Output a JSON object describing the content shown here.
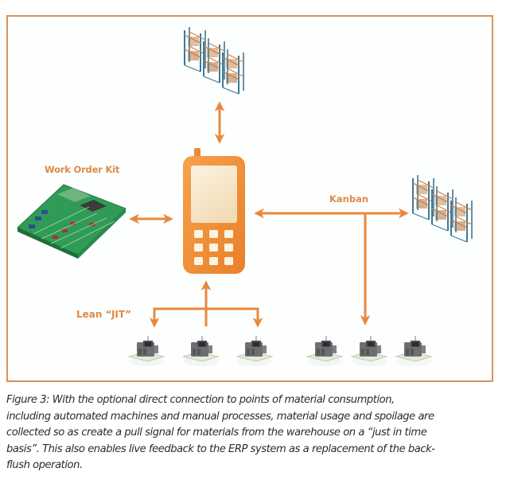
{
  "diagram": {
    "labels": {
      "work_order_kit": "Work Order Kit",
      "kanban": "Kanban",
      "lean_jit": "Lean “JIT”"
    },
    "nodes": [
      {
        "id": "warehouse-top",
        "icon": "warehouse-racks-icon"
      },
      {
        "id": "warehouse-right",
        "icon": "warehouse-racks-icon"
      },
      {
        "id": "mobile-device",
        "icon": "mobile-phone-icon"
      },
      {
        "id": "work-order-kit",
        "icon": "circuit-board-icon"
      },
      {
        "id": "jit-machine-1",
        "icon": "machine-icon"
      },
      {
        "id": "jit-machine-2",
        "icon": "machine-icon"
      },
      {
        "id": "jit-machine-3",
        "icon": "machine-icon"
      },
      {
        "id": "kanban-machine-1",
        "icon": "machine-icon"
      },
      {
        "id": "kanban-machine-2",
        "icon": "machine-icon"
      },
      {
        "id": "kanban-machine-3",
        "icon": "machine-icon"
      }
    ],
    "colors": {
      "accent": "#e8893e",
      "frame_border": "#d9915a",
      "rack_blue": "#3f7896",
      "rack_box": "#d8b48f",
      "board_green": "#2f9b57",
      "machine_gray": "#6d6e72"
    }
  },
  "caption": {
    "lines": [
      "Figure 3: With the optional direct connection to points of material consumption,",
      "including automated machines and manual processes, material usage and spoilage are",
      "collected so as create a pull signal for materials from the warehouse on a “just in time",
      "basis”. This also enables live feedback to the ERP system as a replacement of the back-",
      "flush operation."
    ]
  }
}
